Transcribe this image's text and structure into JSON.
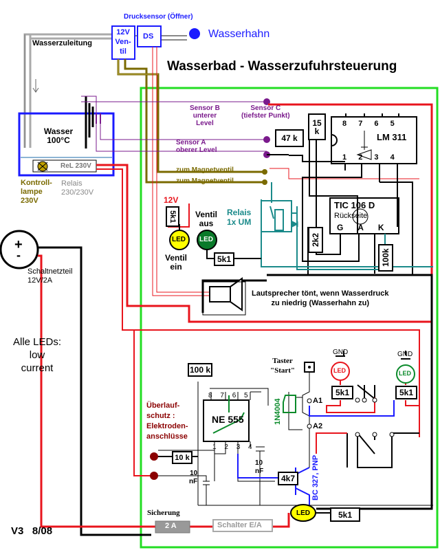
{
  "title": "Wasserbad - Wasserzufuhrsteuerung",
  "version": "V3   8/08",
  "top": {
    "drucksensor": "Drucksensor (Öffner)",
    "ventil": [
      "12V",
      "Ven-",
      "til"
    ],
    "ds": "DS",
    "wasserhahn": "Wasserhahn",
    "wasserzuleitung": "Wasserzuleitung"
  },
  "bath": {
    "wasser": "Wasser",
    "temp": "100°C",
    "relais_box": "ReL 230V",
    "kontroll": [
      "Kontroll-",
      "lampe",
      "230V"
    ],
    "relais": [
      "Relais",
      "230/230V"
    ]
  },
  "sensors": {
    "b": [
      "Sensor B",
      "unterer",
      "Level"
    ],
    "c": [
      "Sensor C",
      "(tiefster Punkt)"
    ],
    "a": [
      "Sensor A",
      "oberer Level"
    ],
    "magnet1": "zum Magnetventil",
    "magnet2": "zum Magnetventil"
  },
  "components": {
    "r47k": "47 k",
    "r15k": [
      "15",
      "k"
    ],
    "lm311": "LM 311",
    "pins_top": [
      "8",
      "7",
      "6",
      "5"
    ],
    "pins_bot": [
      "1",
      "2",
      "3",
      "4"
    ],
    "tic": "TIC 106 D",
    "tic_rueck": "Rückseite",
    "tic_pins": [
      "G",
      "A",
      "K"
    ],
    "r2k2": "2k2",
    "r100k_v": "100k",
    "v12": "12V",
    "r5k1_v": "5k1",
    "led_ein": "LED",
    "ventil_ein": [
      "Ventil",
      "ein"
    ],
    "ventil_aus": [
      "Ventil",
      "aus"
    ],
    "led_aus": "LED",
    "r5k1_h": "5k1",
    "relais_um": [
      "Relais",
      "1x UM"
    ],
    "lautsprecher": [
      "Lautsprecher tönt, wenn Wasserdruck",
      "zu niedrig  (Wasserhahn  zu)"
    ]
  },
  "psu": {
    "plus": "+",
    "minus": "-",
    "label": [
      "Schaltnetzteil",
      "12V/2A"
    ]
  },
  "leds_note": [
    "Alle LEDs:",
    "low",
    "current"
  ],
  "lower": {
    "r100k": "100 k",
    "ne555": "NE 555",
    "ne_top": [
      "8",
      "7",
      "6",
      "5"
    ],
    "ne_bot": [
      "1",
      "2",
      "3",
      "4"
    ],
    "taster": [
      "Taster",
      "\"Start\""
    ],
    "gnd1": "GND",
    "gnd2": "GND",
    "led_red": "LED",
    "led_green": "LED",
    "r5k1_a": "5k1",
    "r5k1_b": "5k1",
    "a1": "A1",
    "a2": "A2",
    "diode": "1N4004",
    "transistor": "BC 327, PNP",
    "r4k7": "4k7",
    "ueberlauf": [
      "Überlauf-",
      "schutz :",
      "Elektroden-",
      "anschlüsse"
    ],
    "r10k": "10 k",
    "c10nf_a": [
      "10",
      "nF"
    ],
    "c10nf_b": [
      "10",
      "nF"
    ],
    "sicherung": "Sicherung",
    "fuse": "2 A",
    "schalter": "Schalter E/A",
    "led_yel": "LED",
    "r5k1_c": "5k1"
  },
  "colors": {
    "red": "#e8141c",
    "black": "#000000",
    "green": "#22dd22",
    "olive": "#7a6a00",
    "teal": "#1a8a8a",
    "blue": "#1a1aff",
    "purple": "#7a1a8c",
    "grey": "#aaaaaa",
    "yellow": "#ffff00",
    "darkgreen": "#0a7a2a"
  }
}
